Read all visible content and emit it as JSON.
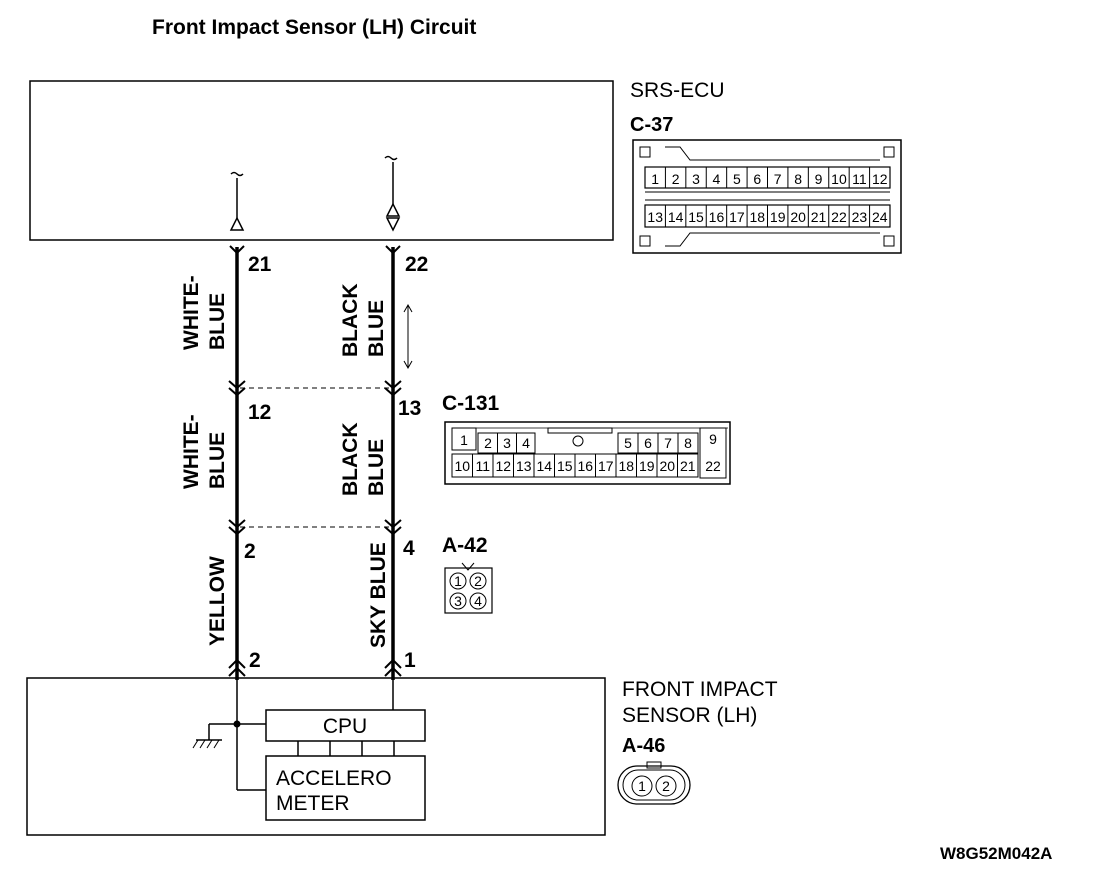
{
  "title": "Front Impact Sensor (LH) Circuit",
  "srs_ecu": {
    "name": "SRS-ECU",
    "connector": "C-37",
    "upper_pins": [
      "1",
      "2",
      "3",
      "4",
      "5",
      "6",
      "7",
      "8",
      "9",
      "10",
      "11",
      "12"
    ],
    "lower_pins": [
      "13",
      "14",
      "15",
      "16",
      "17",
      "18",
      "19",
      "20",
      "21",
      "22",
      "23",
      "24"
    ],
    "pin_left": "21",
    "pin_right": "22"
  },
  "segment1": {
    "left_wire": [
      "WHITE-",
      "BLUE"
    ],
    "right_wire": [
      "BLACK",
      "BLUE"
    ]
  },
  "intermediate": {
    "connector": "C-131",
    "pin_left": "12",
    "pin_right": "13",
    "pins_top": [
      "1",
      "2",
      "3",
      "4",
      "5",
      "6",
      "7",
      "8",
      "9"
    ],
    "pins_bottom": [
      "10",
      "11",
      "12",
      "13",
      "14",
      "15",
      "16",
      "17",
      "18",
      "19",
      "20",
      "21",
      "22"
    ]
  },
  "segment2": {
    "left_wire": [
      "WHITE-",
      "BLUE"
    ],
    "right_wire": [
      "BLACK",
      "BLUE"
    ]
  },
  "sensor_side": {
    "connector": "A-42",
    "pin_left": "2",
    "pin_right": "4",
    "pins": [
      "1",
      "2",
      "3",
      "4"
    ]
  },
  "segment3": {
    "left_wire": "YELLOW",
    "right_wire": "SKY BLUE"
  },
  "sensor": {
    "name_line1": "FRONT IMPACT",
    "name_line2": "SENSOR (LH)",
    "connector": "A-46",
    "pin_left": "2",
    "pin_right": "1",
    "pins": [
      "1",
      "2"
    ],
    "cpu": "CPU",
    "accel_line1": "ACCELERO",
    "accel_line2": "METER"
  },
  "figure_code": "W8G52M042A"
}
